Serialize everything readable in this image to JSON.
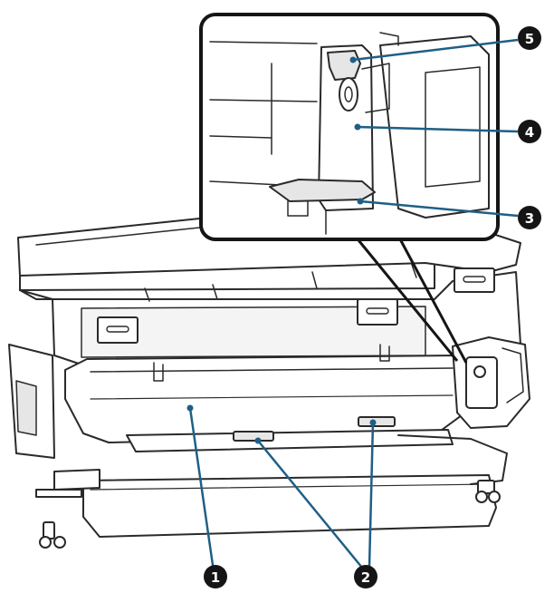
{
  "figure": {
    "palette": {
      "outline": "#2a2a2a",
      "fill": "#ffffff",
      "shade": "#e6e6e6",
      "leader": "#1f5f86",
      "badge": "#151515"
    },
    "callouts": [
      {
        "id": "1",
        "label": "1",
        "icon": "circled-number"
      },
      {
        "id": "2",
        "label": "2",
        "icon": "circled-number"
      },
      {
        "id": "3",
        "label": "3",
        "icon": "circled-number"
      },
      {
        "id": "4",
        "label": "4",
        "icon": "circled-number"
      },
      {
        "id": "5",
        "label": "5",
        "icon": "circled-number"
      }
    ]
  }
}
